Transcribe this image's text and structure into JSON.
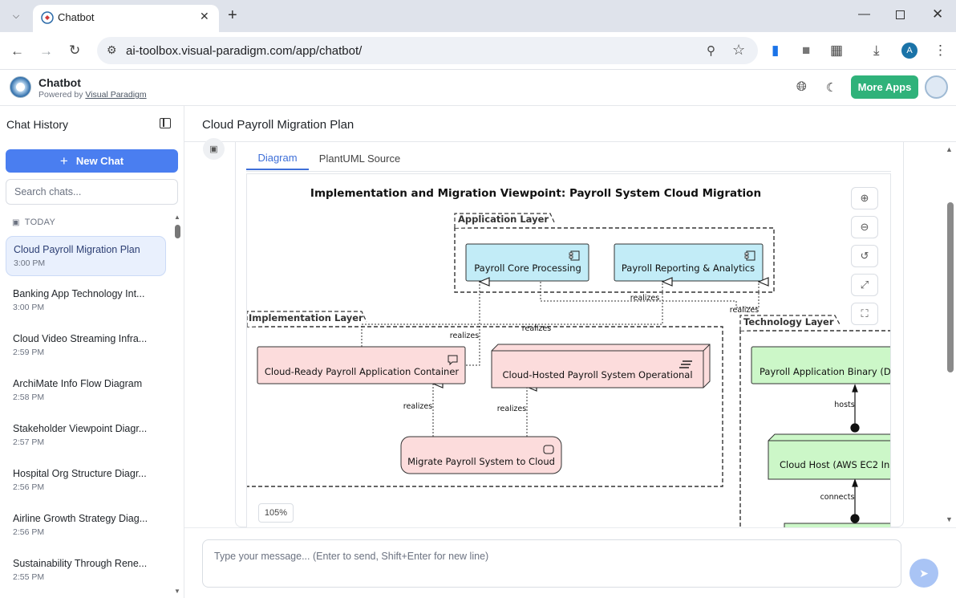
{
  "browser": {
    "tab_title": "Chatbot",
    "url": "ai-toolbox.visual-paradigm.com/app/chatbot/",
    "profile_initial": "A"
  },
  "app": {
    "title": "Chatbot",
    "powered_by_prefix": "Powered by",
    "powered_by_link": "Visual Paradigm",
    "more_apps_label": "More Apps",
    "accent_color": "#2fb27a"
  },
  "sidebar": {
    "title": "Chat History",
    "new_chat_label": "New Chat",
    "search_placeholder": "Search chats...",
    "group_label": "TODAY",
    "items": [
      {
        "title": "Cloud Payroll Migration Plan",
        "time": "3:00 PM",
        "active": true
      },
      {
        "title": "Banking App Technology Int...",
        "time": "3:00 PM",
        "active": false
      },
      {
        "title": "Cloud Video Streaming Infra...",
        "time": "2:59 PM",
        "active": false
      },
      {
        "title": "ArchiMate Info Flow Diagram",
        "time": "2:58 PM",
        "active": false
      },
      {
        "title": "Stakeholder Viewpoint Diagr...",
        "time": "2:57 PM",
        "active": false
      },
      {
        "title": "Hospital Org Structure Diagr...",
        "time": "2:56 PM",
        "active": false
      },
      {
        "title": "Airline Growth Strategy Diag...",
        "time": "2:56 PM",
        "active": false
      },
      {
        "title": "Sustainability Through Rene...",
        "time": "2:55 PM",
        "active": false
      }
    ]
  },
  "main": {
    "title": "Cloud Payroll Migration Plan",
    "tabs": [
      {
        "label": "Diagram",
        "active": true
      },
      {
        "label": "PlantUML Source",
        "active": false
      }
    ],
    "zoom_level": "105%",
    "composer_placeholder": "Type your message... (Enter to send, Shift+Enter for new line)"
  },
  "diagram": {
    "title": "Implementation and Migration Viewpoint: Payroll System Cloud Migration",
    "groups": {
      "application": "Application Layer",
      "implementation": "Implementation Layer",
      "technology": "Technology Layer"
    },
    "nodes": {
      "core": "Payroll Core Processing",
      "reporting": "Payroll Reporting & Analytics",
      "container": "Cloud-Ready Payroll Application Container",
      "operational": "Cloud-Hosted Payroll System Operational",
      "migrate": "Migrate Payroll System to Cloud",
      "binary": "Payroll Application Binary (D",
      "host": "Cloud Host (AWS EC2 In"
    },
    "edge_labels": {
      "realizes": "realizes",
      "hosts": "hosts",
      "connects": "connects"
    },
    "colors": {
      "application": "#c2ecf7",
      "implementation": "#fcdcdc",
      "technology": "#ccf7c8"
    }
  }
}
